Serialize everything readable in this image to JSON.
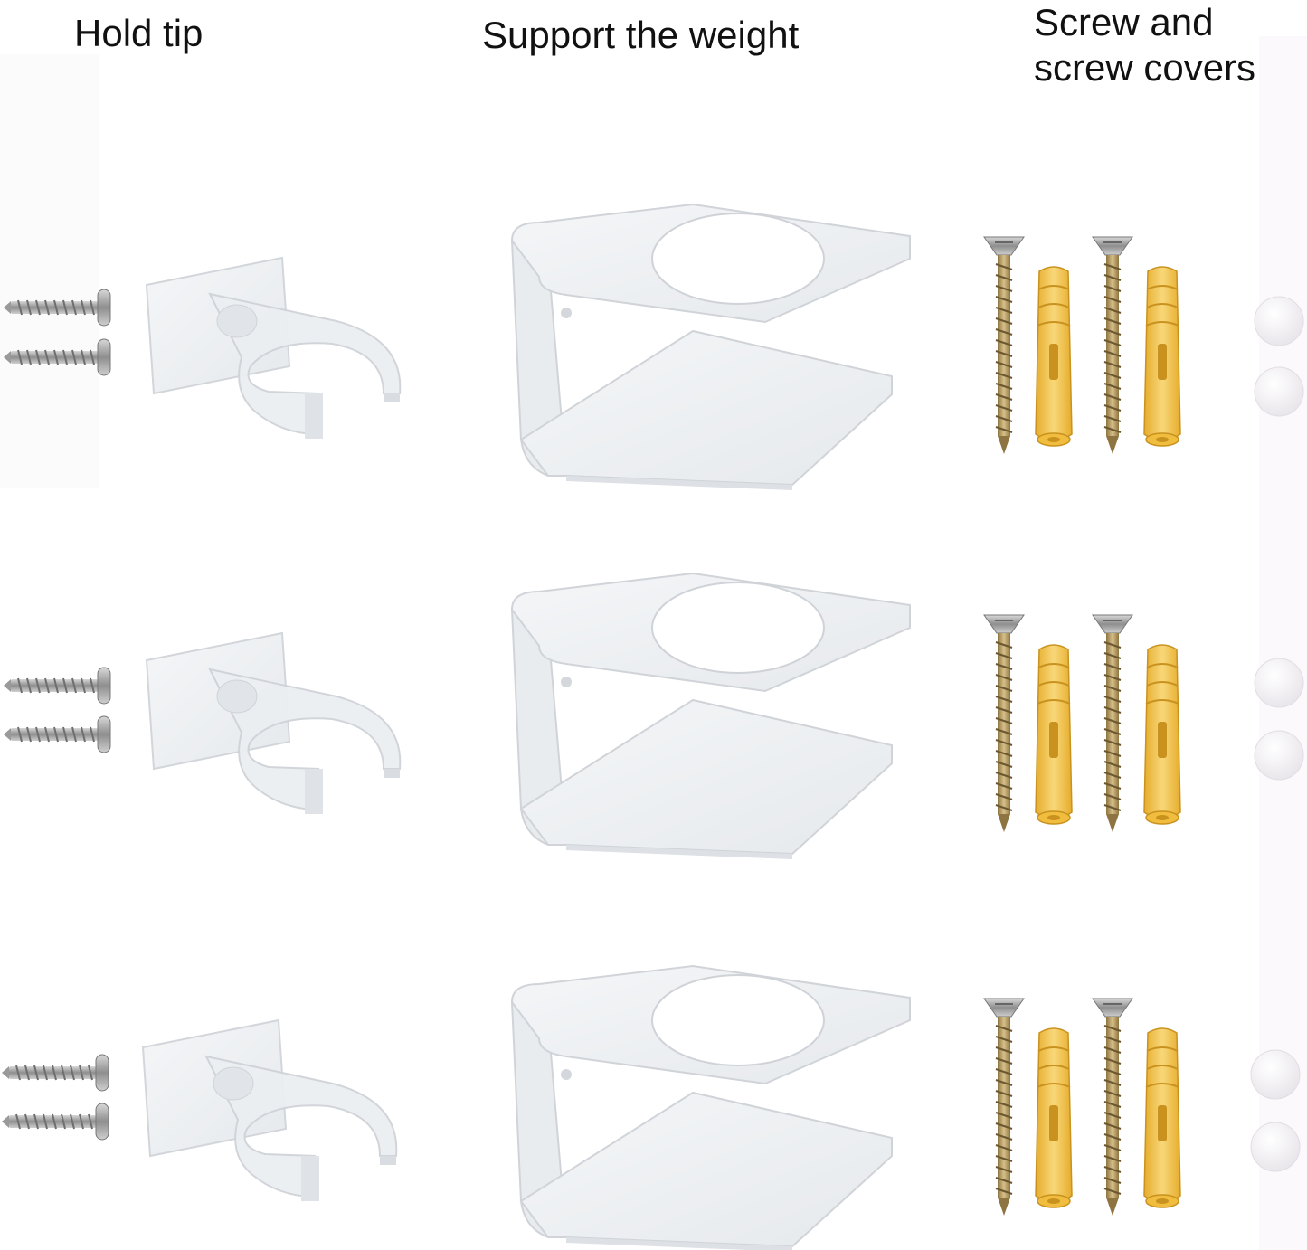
{
  "headers": {
    "hold_tip": "Hold tip",
    "support": "Support the weight",
    "screw_line1": "Screw and",
    "screw_line2": "screw covers"
  },
  "rows": 3,
  "colors": {
    "acrylic_fill": "#eef0f2",
    "acrylic_edge": "#c9cdd2",
    "screw_metal": "#a9a9a9",
    "screw_gold": "#b89a5a",
    "anchor_yellow": "#f2c24a",
    "cover_white": "#f4f2f5"
  },
  "icons": [
    "clip-holder",
    "acrylic-bracket",
    "wall-screw",
    "plastic-anchor",
    "screw-cover-cap"
  ]
}
